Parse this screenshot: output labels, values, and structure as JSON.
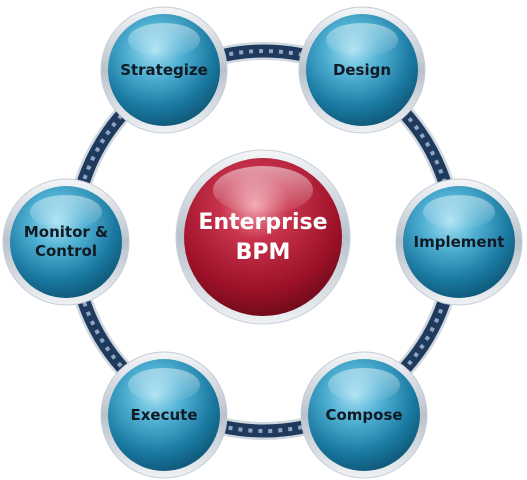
{
  "center": {
    "line1": "Enterprise",
    "line2": "BPM"
  },
  "nodes": [
    {
      "line1": "Strategize",
      "line2": ""
    },
    {
      "line1": "Design",
      "line2": ""
    },
    {
      "line1": "Implement",
      "line2": ""
    },
    {
      "line1": "Compose",
      "line2": ""
    },
    {
      "line1": "Execute",
      "line2": ""
    },
    {
      "line1": "Monitor &",
      "line2": "Control"
    }
  ],
  "colors": {
    "node_fill": "#1f7ea6",
    "node_highlight": "#8fd2ea",
    "center_fill": "#a3162c",
    "center_highlight": "#e8788a",
    "ring": "#1f3a5c"
  }
}
